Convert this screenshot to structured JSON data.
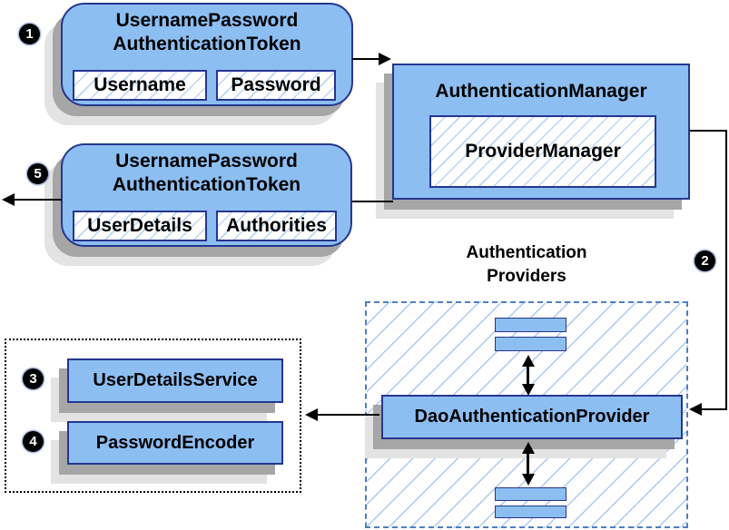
{
  "badges": {
    "b1": "1",
    "b2": "2",
    "b3": "3",
    "b4": "4",
    "b5": "5"
  },
  "token_in": {
    "title1": "UsernamePassword",
    "title2": "AuthenticationToken",
    "field1": "Username",
    "field2": "Password"
  },
  "auth_manager": {
    "title": "AuthenticationManager",
    "inner": "ProviderManager"
  },
  "token_out": {
    "title1": "UsernamePassword",
    "title2": "AuthenticationToken",
    "field1": "UserDetails",
    "field2": "Authorities"
  },
  "providers_label": {
    "line1": "Authentication",
    "line2": "Providers"
  },
  "dao_provider": {
    "title": "DaoAuthenticationProvider"
  },
  "services": {
    "user_details_service": "UserDetailsService",
    "password_encoder": "PasswordEncoder"
  },
  "colors": {
    "box_fill": "#8cbef2",
    "box_border": "#26368f",
    "hatch_line": "#a9c9ef",
    "dashed_border": "#4d7ec2",
    "shadow_dark": "#a6a6a6",
    "shadow_light": "#e3e3e3",
    "badge_bg": "#000000",
    "badge_fg": "#ffffff",
    "line": "#000000"
  }
}
